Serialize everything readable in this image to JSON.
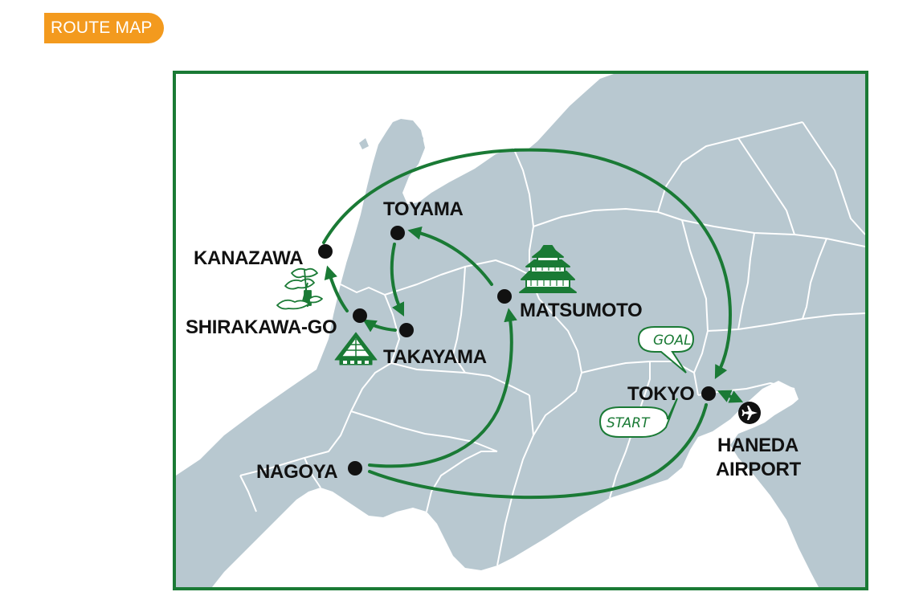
{
  "header": {
    "badge": "ROUTE MAP"
  },
  "colors": {
    "route": "#1a7a35",
    "land": "#b8c8d0",
    "badge": "#f39a1e",
    "dot": "#111111"
  },
  "cities": {
    "kanazawa": "KANAZAWA",
    "toyama": "TOYAMA",
    "shirakawago": "SHIRAKAWA-GO",
    "takayama": "TAKAYAMA",
    "matsumoto": "MATSUMOTO",
    "tokyo": "TOKYO",
    "nagoya": "NAGOYA",
    "haneda_line1": "HANEDA",
    "haneda_line2": "AIRPORT"
  },
  "bubbles": {
    "goal": "GOAL",
    "start": "START"
  },
  "icons": [
    "castle-icon",
    "pine-tree-icon",
    "gassho-house-icon",
    "airplane-icon"
  ]
}
